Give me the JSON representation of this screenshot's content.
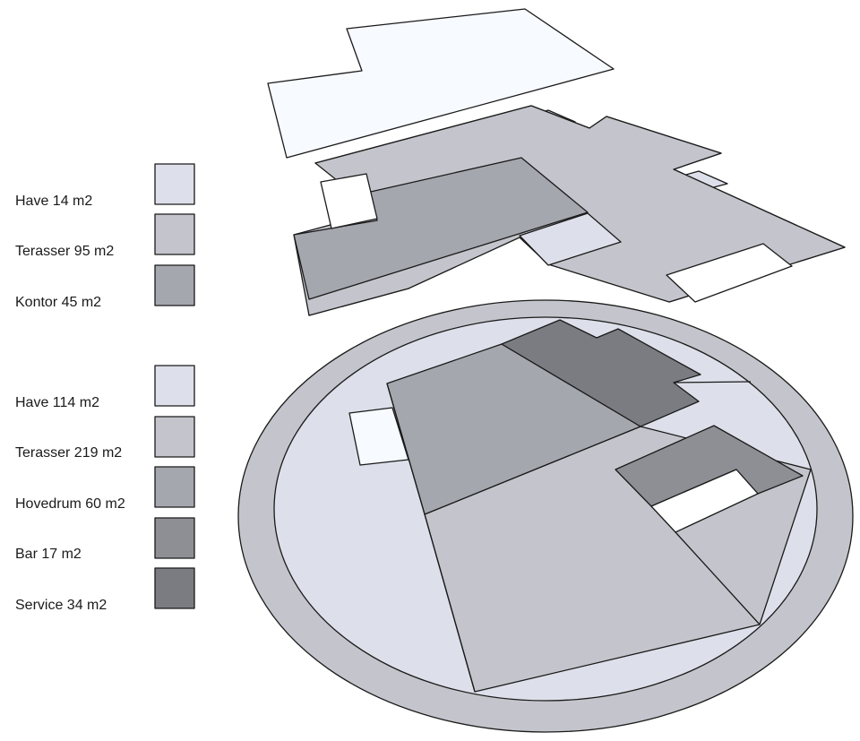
{
  "colors": {
    "have": "#dde0ea",
    "terasser": "#c4c5cc",
    "kontor": "#a5a7ae",
    "hovedrum": "#a5a7ae",
    "bar": "#8e8f95",
    "service": "#7b7c82",
    "white": "#ffffff",
    "roof": "#f7faff",
    "outline": "#1a1a1a"
  },
  "legend_upper": [
    {
      "label": "Have 14 m2",
      "swatch": "have"
    },
    {
      "label": "Terasser 95 m2",
      "swatch": "terasser"
    },
    {
      "label": "Kontor 45 m2",
      "swatch": "kontor"
    }
  ],
  "legend_lower": [
    {
      "label": "Have 114 m2",
      "swatch": "have"
    },
    {
      "label": "Terasser 219 m2",
      "swatch": "terasser"
    },
    {
      "label": "Hovedrum 60 m2",
      "swatch": "hovedrum"
    },
    {
      "label": "Bar 17 m2",
      "swatch": "bar"
    },
    {
      "label": "Service 34 m2",
      "swatch": "service"
    }
  ]
}
